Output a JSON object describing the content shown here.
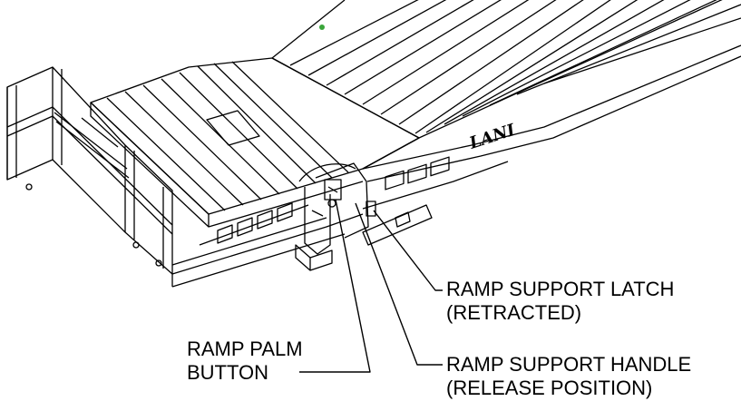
{
  "labels": {
    "support_latch": [
      "RAMP SUPPORT LATCH",
      "(RETRACTED)"
    ],
    "support_handle": [
      "RAMP SUPPORT HANDLE",
      "(RELEASE POSITION)"
    ],
    "palm_button": [
      "RAMP PALM",
      "BUTTON"
    ]
  },
  "decal_text": "LANI",
  "colors": {
    "line": "#000000",
    "accent_dot": "#3aa53a"
  }
}
